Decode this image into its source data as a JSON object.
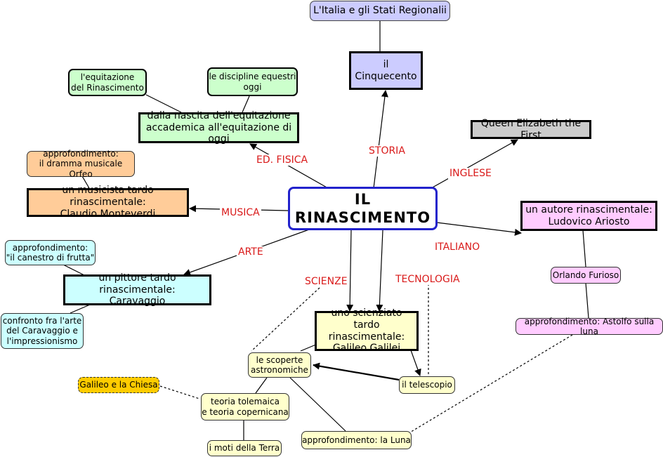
{
  "center": "IL\nRINASCIMENTO",
  "nodes": {
    "italia_stati": "L'Italia e gli Stati   Regionalii",
    "cinquecento": "il Cinquecento",
    "equit_rinasc": "l'equitazione\ndel Rinascimento",
    "discipline": "le discipline equestri\noggi",
    "equitazione": "dalla nascita dell'equitazione\naccademica all'equitazione di oggi",
    "queen": "Queen Elizabeth the First",
    "approf_orfeo": "approfondimento:\nil dramma musicale Orfeo",
    "monteverdi": "un musicista tardo rinascimentale:\nClaudio Monteverdi",
    "ariosto": "un autore rinascimentale:\nLudovico Ariosto",
    "approf_canestro": "approfondimento:\n\"il canestro di frutta\"",
    "caravaggio": "un pittore tardo rinascimentale:\nCaravaggio",
    "orlando": "Orlando Furioso",
    "confronto": "confronto fra l'arte\ndel Caravaggio e\nl'impressionismo",
    "galileo": "uno scienziato\ntardo rinascimentale:\nGalileo Galilei",
    "astolfo": "approfondimento: Astolfo sulla luna",
    "scoperte": "le scoperte\nastronomiche",
    "chiesa": "Galileo e la Chiesa",
    "telescopio": "il telescopio",
    "teoria": "teoria tolemaica\ne teoria copernicana",
    "luna": "approfondimento: la Luna",
    "moti": "i moti della Terra"
  },
  "links": {
    "storia": "STORIA",
    "inglese": "INGLESE",
    "fisica": "ED. FISICA",
    "musica": "MUSICA",
    "italiano": "ITALIANO",
    "arte": "ARTE",
    "scienze": "SCIENZE",
    "tecnologia": "TECNOLOGIA"
  },
  "colors": {
    "center_border": "#2222cc",
    "link_label": "#d91a1a",
    "yellow": "#ffffcc",
    "green": "#ccffcc",
    "orange": "#ffcc99",
    "cyan": "#ccffff",
    "pink": "#ffccff",
    "lavender": "#ccccff",
    "grey": "#cccccc",
    "gold": "#ffcc00"
  }
}
